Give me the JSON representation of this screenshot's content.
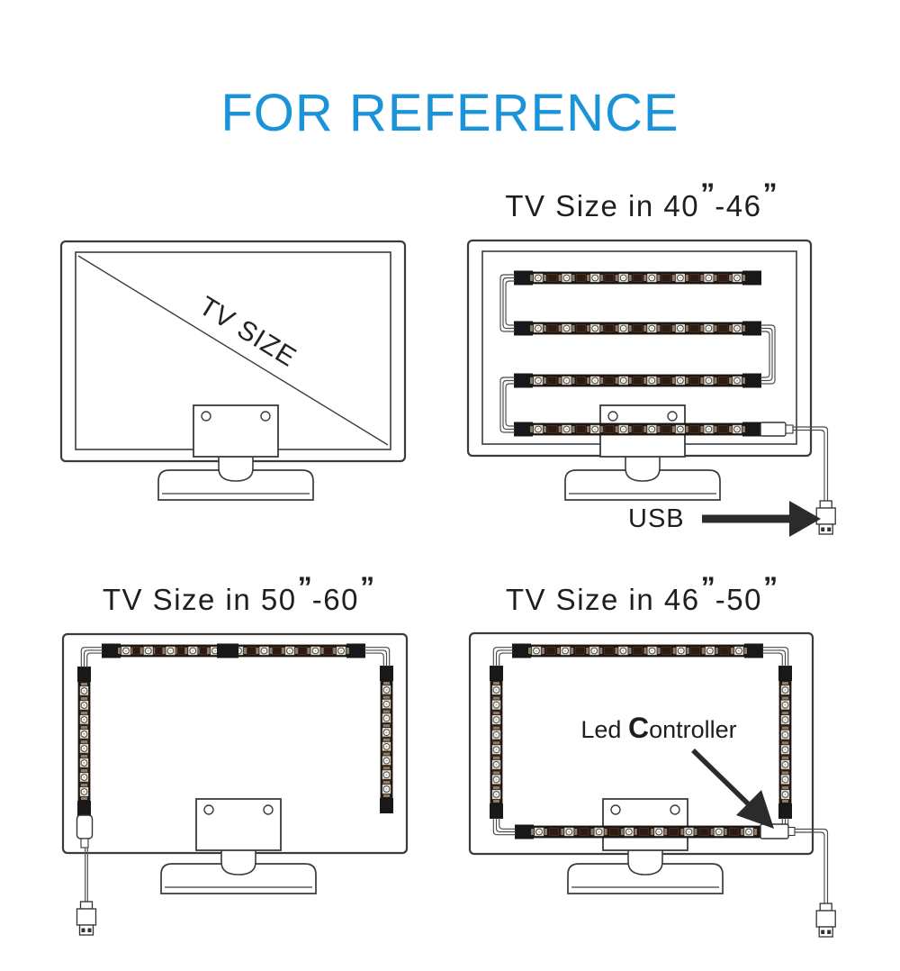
{
  "header": {
    "title": "FOR REFERENCE"
  },
  "reference_tv": {
    "diagonal_label": "TV SIZE"
  },
  "tv_40_46": {
    "title": "TV Size in 40",
    "inch1": "”",
    "range_end": "-46",
    "inch2": "”",
    "usb_label": "USB"
  },
  "tv_50_60": {
    "title": "TV Size in 50",
    "inch1": "”",
    "range_end": "-60",
    "inch2": "”"
  },
  "tv_46_50": {
    "title": "TV Size in 46",
    "inch1": "”",
    "range_end": "-50",
    "inch2": "”",
    "controller": {
      "prefix": "Led ",
      "bold_letter": "C",
      "suffix": "ontroller"
    }
  },
  "colors": {
    "title_blue": "#1b93d9",
    "line": "#3b3b3b",
    "strip_body": "#231712",
    "strip_cap": "#181818",
    "wire": "#4a4a4a",
    "arrow_black": "#2b2b2b"
  }
}
